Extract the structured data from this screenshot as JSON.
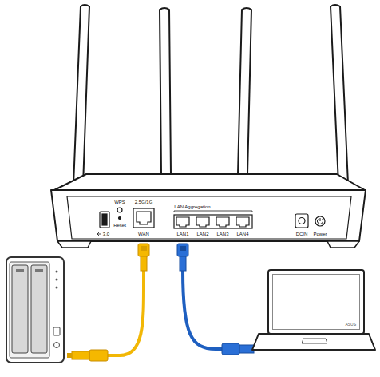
{
  "diagram": {
    "nodes": [
      {
        "text": [
          "ASUS"
        ]
      }
    ],
    "labels": [
      "WPS",
      "Reset",
      "2.5G/1G",
      "WAN",
      "LAN Aggregation",
      "LAN1",
      "LAN2",
      "LAN3",
      "LAN4",
      "3.0",
      "DCIN",
      "Power"
    ]
  }
}
